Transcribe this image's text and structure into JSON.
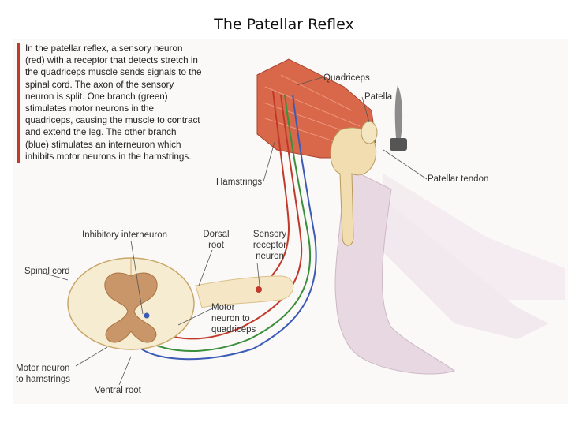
{
  "title": "The Patellar Reflex",
  "caption": "In the patellar reflex, a sensory neuron (red) with a receptor that detects stretch in the quadriceps muscle sends signals to the spinal cord. The axon of the sensory neuron is split. One branch (green) stimulates motor neurons in the quadriceps, causing the muscle to contract and extend the leg. The other branch (blue) stimulates an interneuron which inhibits motor neurons in the hamstrings.",
  "labels": {
    "quadriceps": "Quadriceps",
    "patella": "Patella",
    "patellar_tendon": "Patellar tendon",
    "hamstrings": "Hamstrings",
    "inhibitory_interneuron": "Inhibitory interneuron",
    "dorsal_root_1": "Dorsal",
    "dorsal_root_2": "root",
    "sensory_receptor_1": "Sensory",
    "sensory_receptor_2": "receptor",
    "sensory_receptor_3": "neuron",
    "spinal_cord": "Spinal cord",
    "motor_quadriceps_1": "Motor",
    "motor_quadriceps_2": "neuron to",
    "motor_quadriceps_3": "quadriceps",
    "motor_hamstrings_1": "Motor neuron",
    "motor_hamstrings_2": "to hamstrings",
    "ventral_root": "Ventral root"
  },
  "colors": {
    "sensory_neuron": "#c0392b",
    "motor_branch": "#3a8f3a",
    "inhibitory_branch": "#3b5bb5",
    "muscle": "#d9674a",
    "leg": "#e8d8e2",
    "bone": "#f1ddb0",
    "spinal_grey_matter": "#c9966a",
    "spinal_white_matter": "#f6ecd2",
    "caption_rule": "#c0392b"
  }
}
